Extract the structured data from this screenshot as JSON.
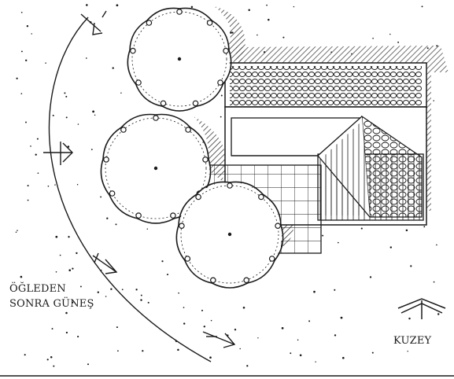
{
  "labels": {
    "sun_line1": "ÖĞLEDEN",
    "sun_line2": "SONRA GÜNEŞ",
    "north": "KUZEY"
  },
  "colors": {
    "ink": "#1a1a1a",
    "paper": "#ffffff",
    "hatch": "#3a3a3a"
  },
  "icons": [
    "sun-ray-arrow-icon",
    "north-arrow-icon",
    "tree-canopy-icon"
  ]
}
